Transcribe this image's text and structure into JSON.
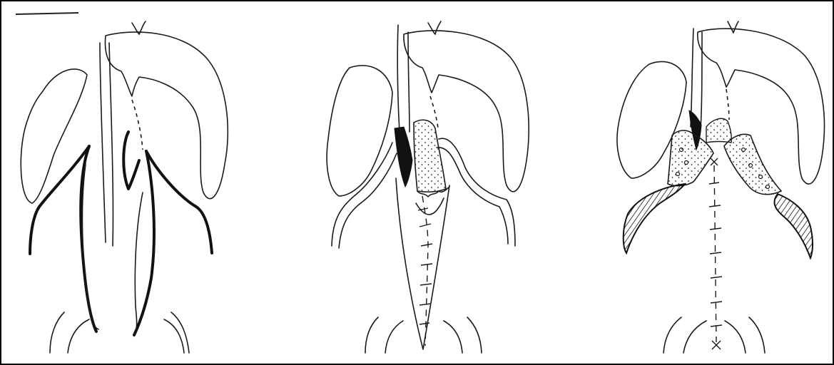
{
  "figure": {
    "panels": [
      {
        "id": "panel-1",
        "description_hidden": ""
      },
      {
        "id": "panel-2",
        "description_hidden": ""
      },
      {
        "id": "panel-3",
        "description_hidden": ""
      }
    ]
  },
  "colors": {
    "ink": "#1a1a1a",
    "paper": "#ffffff",
    "frame": "#000000"
  }
}
